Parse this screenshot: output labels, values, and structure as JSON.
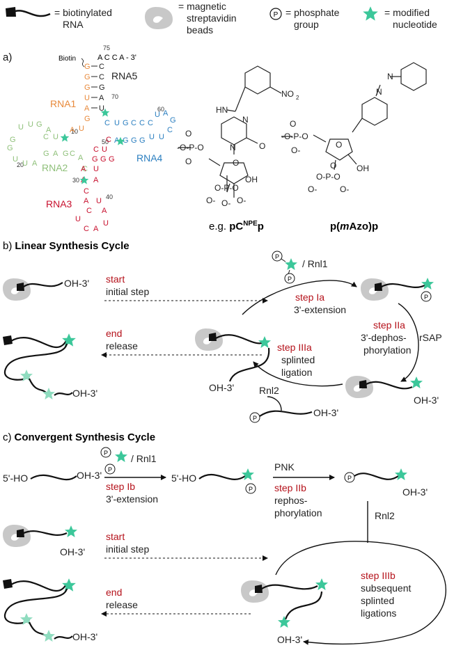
{
  "legend": {
    "biotin_rna": [
      "= biotinylated",
      "RNA"
    ],
    "beads": [
      "= magnetic",
      "streptavidin",
      "beads"
    ],
    "phosphate_symbol": "P",
    "phosphate": [
      "= phosphate",
      "group"
    ],
    "modified": [
      "= modified",
      "nucleotide"
    ]
  },
  "panel_a": {
    "label": "a)",
    "biotin": "Biotin",
    "three_prime": "A C C A - 3'",
    "rna_labels": [
      "RNA5",
      "RNA1",
      "RNA2",
      "RNA3",
      "RNA4"
    ],
    "numbers": [
      "75",
      "70",
      "60",
      "50",
      "10",
      "20",
      "30",
      "40"
    ],
    "chem1": {
      "label_prefix": "e.g. ",
      "label_main": "pC",
      "label_sup": "NPE",
      "label_end": "p",
      "atoms": [
        "NO",
        "2",
        "HN",
        "N",
        "N",
        "O",
        "O",
        "OH",
        "O",
        "-O-P-O",
        "O",
        "O-P-O",
        "O-",
        "O-",
        "O-"
      ]
    },
    "chem2": {
      "label_pre": "p(",
      "label_it": "m",
      "label_post": "Azo)p",
      "atoms": [
        "N",
        "N",
        "O",
        "-O-P-O",
        "O-",
        "O",
        "O-P-O",
        "O-",
        "O-",
        "OH",
        "O"
      ]
    }
  },
  "panel_b": {
    "label": "b)",
    "title": "Linear Synthesis Cycle",
    "oh3": "OH-3'",
    "start": "start",
    "initial": "initial step",
    "end": "end",
    "release": "release",
    "rnl1": "/ Rnl1",
    "step_ia": "step Ia",
    "ext": "3'-extension",
    "step_iia": "step IIa",
    "deph": [
      "3'-dephos-",
      "phorylation"
    ],
    "rsap": "rSAP",
    "step_iiia": "step IIIa",
    "splint": [
      "splinted",
      "ligation"
    ],
    "rnl2": "Rnl2"
  },
  "panel_c": {
    "label": "c)",
    "title": "Convergent Synthesis Cycle",
    "ho5": "5'-HO",
    "oh3": "OH-3'",
    "rnl1": "/ Rnl1",
    "step_ib": "step Ib",
    "ext": "3'-extension",
    "pnk": "PNK",
    "step_iib": "step IIb",
    "reph": [
      "rephos-",
      "phorylation"
    ],
    "rnl2": "Rnl2",
    "start": "start",
    "initial": "initial step",
    "end": "end",
    "release": "release",
    "step_iiib": "step IIIb",
    "subseq": [
      "subsequent",
      "splinted",
      "ligations"
    ]
  },
  "colors": {
    "rna1": "#e8893a",
    "rna2": "#8fc07a",
    "rna3": "#c8102e",
    "rna4": "#2b7fc0",
    "star": "#3cc79a",
    "star_light": "#8fdcbf",
    "red_text": "#b5121b",
    "bead": "#c8c8c8"
  }
}
